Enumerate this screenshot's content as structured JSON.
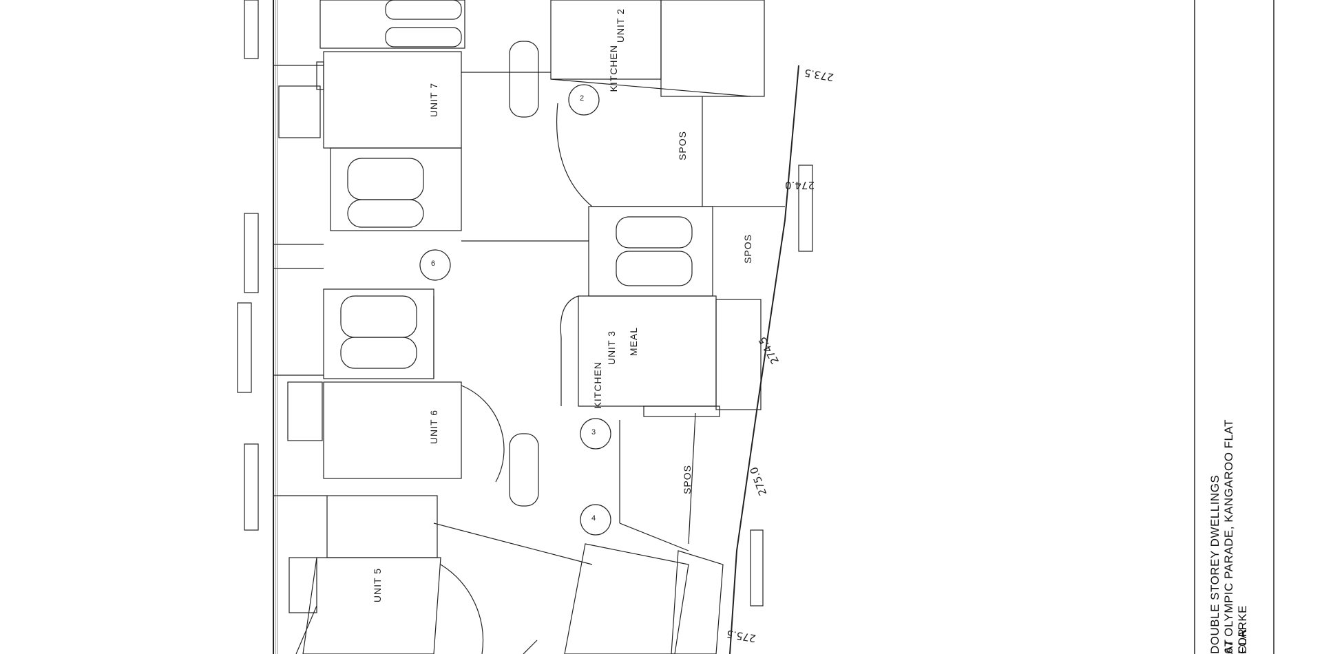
{
  "title_block": {
    "line1": "DOUBLE STOREY DWELLINGS AT",
    "line2": "67 OLYMPIC PARADE, KANGAROO FLAT FOR",
    "line3": "CLARKE"
  },
  "units": {
    "unit2": "UNIT 2",
    "unit3": "UNIT 3",
    "unit5": "UNIT 5",
    "unit6": "UNIT 6",
    "unit7": "UNIT 7",
    "kitchen": "KITCHEN",
    "meal": "MEAL"
  },
  "spos": [
    "SPOS",
    "SPOS",
    "SPOS"
  ],
  "levels": {
    "l1": "273.5",
    "l2": "274.0",
    "l3": "274.5",
    "l4": "275.0",
    "l5": "275.5"
  },
  "visitor_spaces": [
    "2",
    "3",
    "4",
    "6"
  ]
}
